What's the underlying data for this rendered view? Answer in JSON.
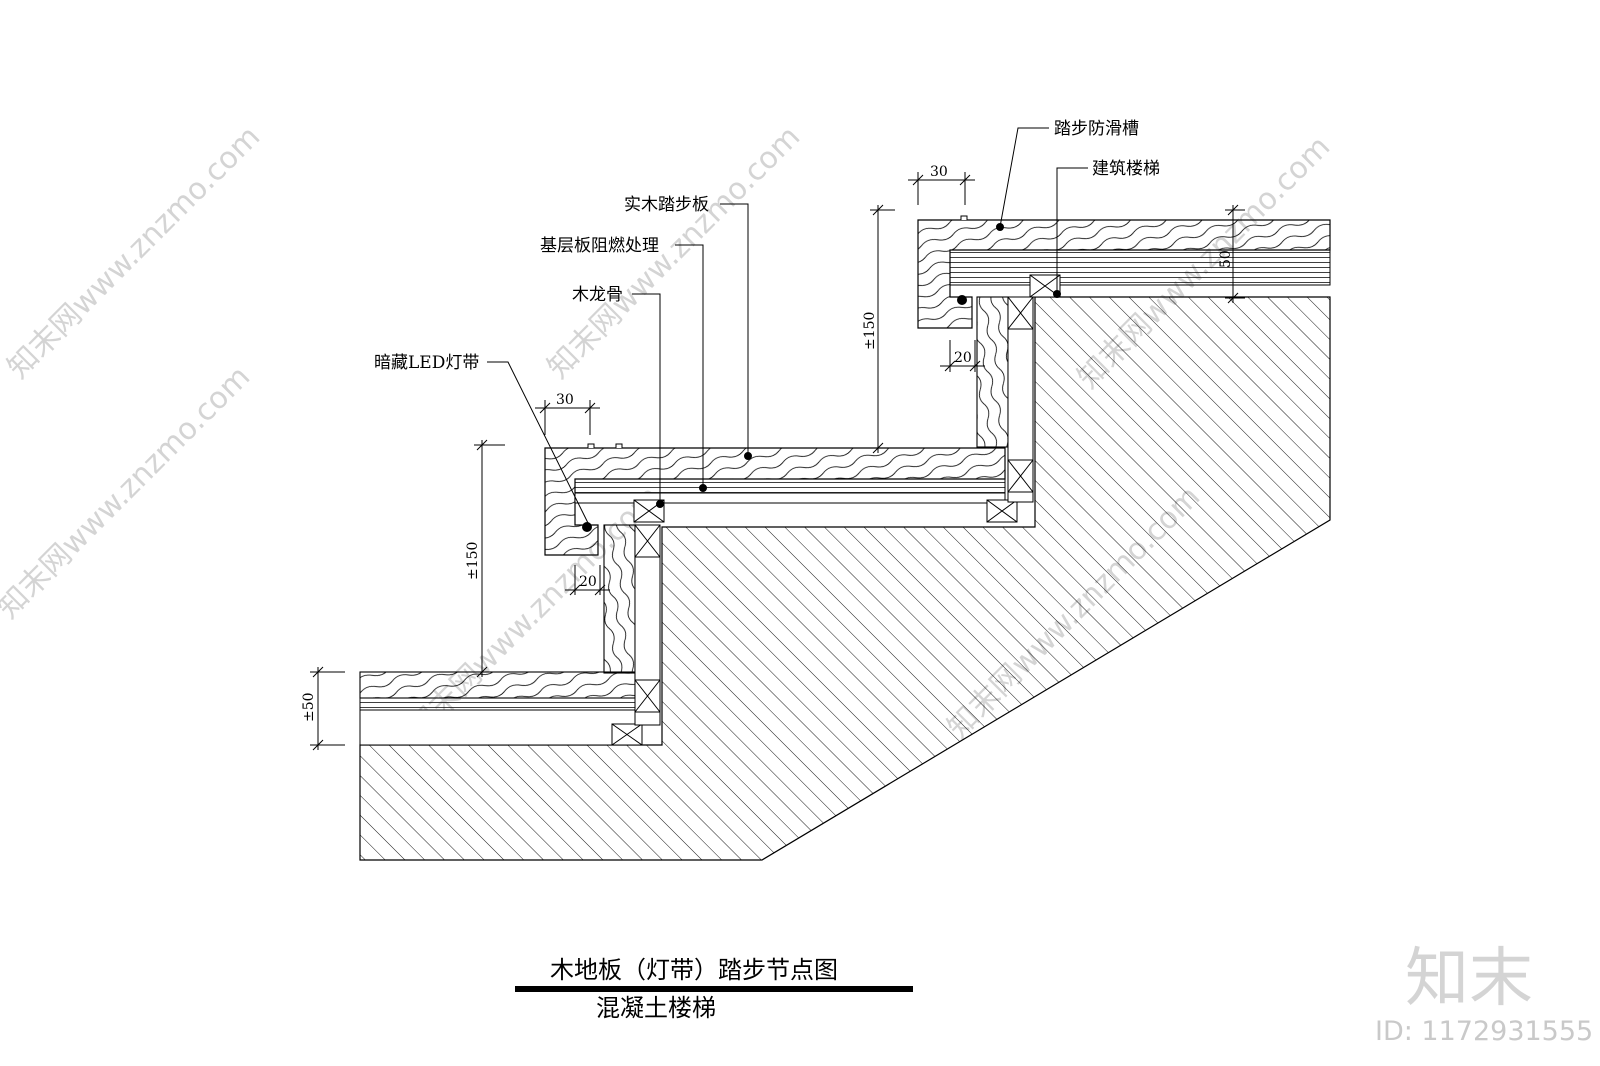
{
  "drawing": {
    "labels": {
      "anti_slip_groove": "踏步防滑槽",
      "building_stair": "建筑楼梯",
      "solid_wood_tread": "实木踏步板",
      "base_board_fireproof": "基层板阻燃处理",
      "wood_keel": "木龙骨",
      "hidden_led_strip": "暗藏LED灯带"
    },
    "dimensions": {
      "upper_nosing": "30",
      "upper_riser_height": "±150",
      "upper_recess": "20",
      "upper_thickness": "50",
      "lower_nosing": "30",
      "lower_riser_height": "±150",
      "lower_recess": "20",
      "floor_thickness": "±50"
    }
  },
  "title": {
    "main": "木地板（灯带）踏步节点图",
    "sub": "混凝土楼梯"
  },
  "watermark": {
    "brand_cn": "知末",
    "site": "知末网www.znzmo.com",
    "id_text": "ID: 1172931555"
  },
  "colors": {
    "line": "#000000",
    "watermark": "#d4d4d4"
  }
}
